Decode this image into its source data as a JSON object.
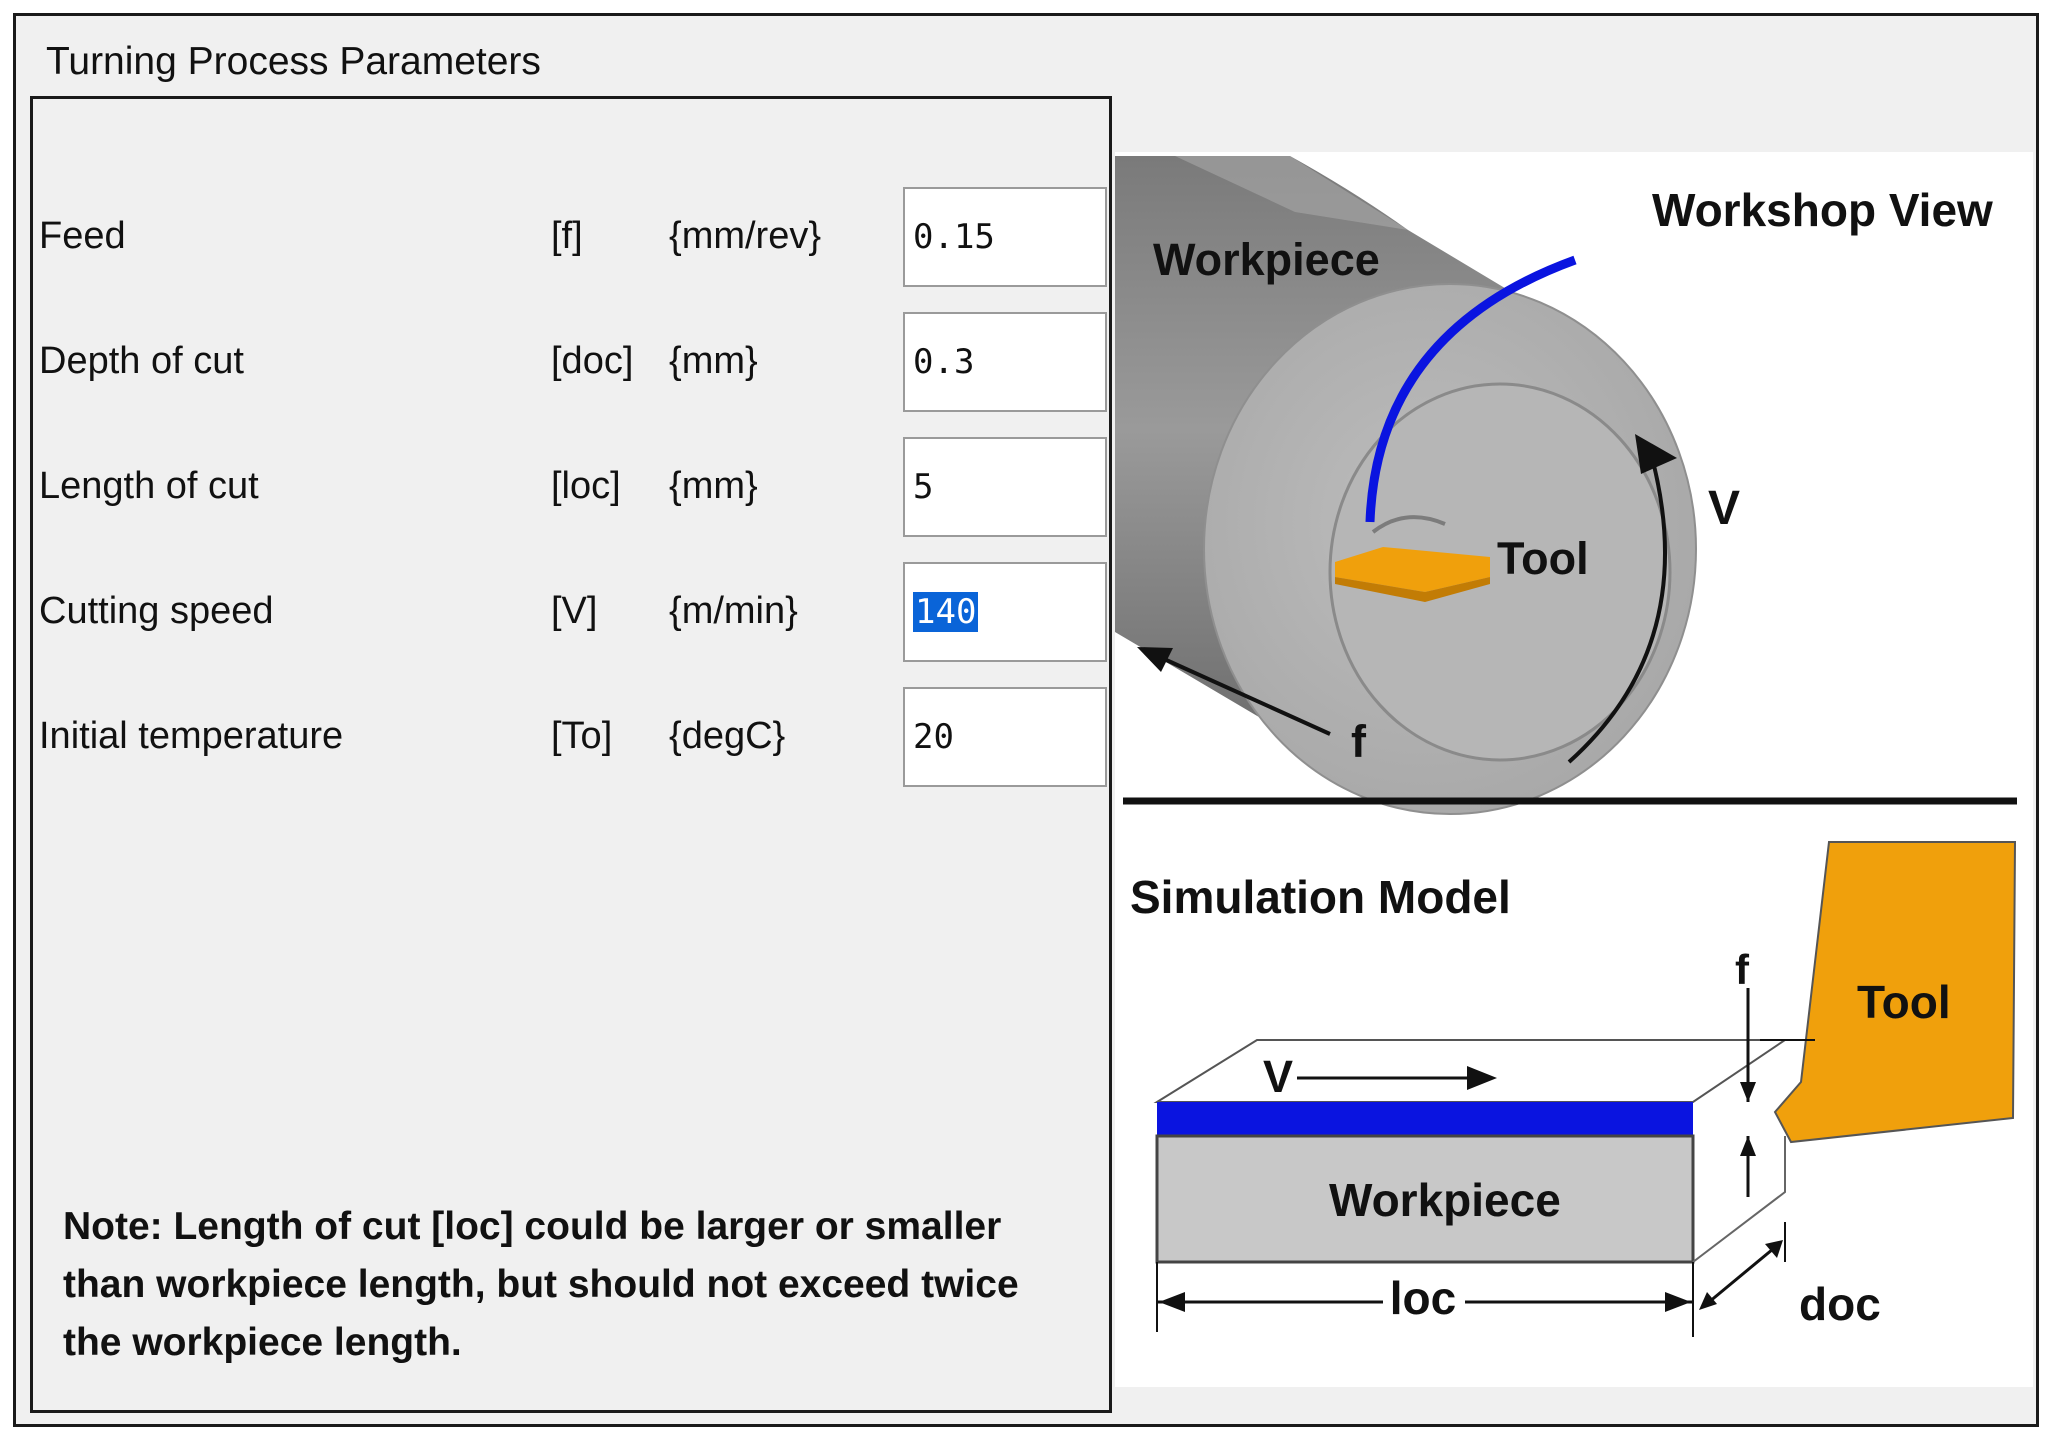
{
  "window": {
    "title": "Turning Process Parameters"
  },
  "parameters": [
    {
      "label": "Feed",
      "symbol": "[f]",
      "unit": "{mm/rev}",
      "value": "0.15",
      "selected": false
    },
    {
      "label": "Depth of cut",
      "symbol": "[doc]",
      "unit": "{mm}",
      "value": "0.3",
      "selected": false
    },
    {
      "label": "Length of cut",
      "symbol": "[loc]",
      "unit": "{mm}",
      "value": "5",
      "selected": false
    },
    {
      "label": "Cutting speed",
      "symbol": "[V]",
      "unit": "{m/min}",
      "value": "140",
      "selected": true
    },
    {
      "label": "Initial temperature",
      "symbol": "[To]",
      "unit": "{degC}",
      "value": "20",
      "selected": false
    }
  ],
  "note": "Note: Length of cut [loc] could be larger or smaller than workpiece length, but should not exceed twice the workpiece length.",
  "workshop_view": {
    "title": "Workshop View",
    "workpiece_label": "Workpiece",
    "tool_label": "Tool",
    "speed_label": "V",
    "feed_label": "f"
  },
  "simulation_model": {
    "title": "Simulation Model",
    "speed_label": "V",
    "feed_label": "f",
    "tool_label": "Tool",
    "workpiece_label": "Workpiece",
    "loc_label": "loc",
    "doc_label": "doc"
  },
  "colors": {
    "chip_blue": "#0a14e0",
    "tool_orange": "#f0a00c",
    "workpiece_gray": "#c8c8c8",
    "selection_blue": "#0a64d8"
  }
}
